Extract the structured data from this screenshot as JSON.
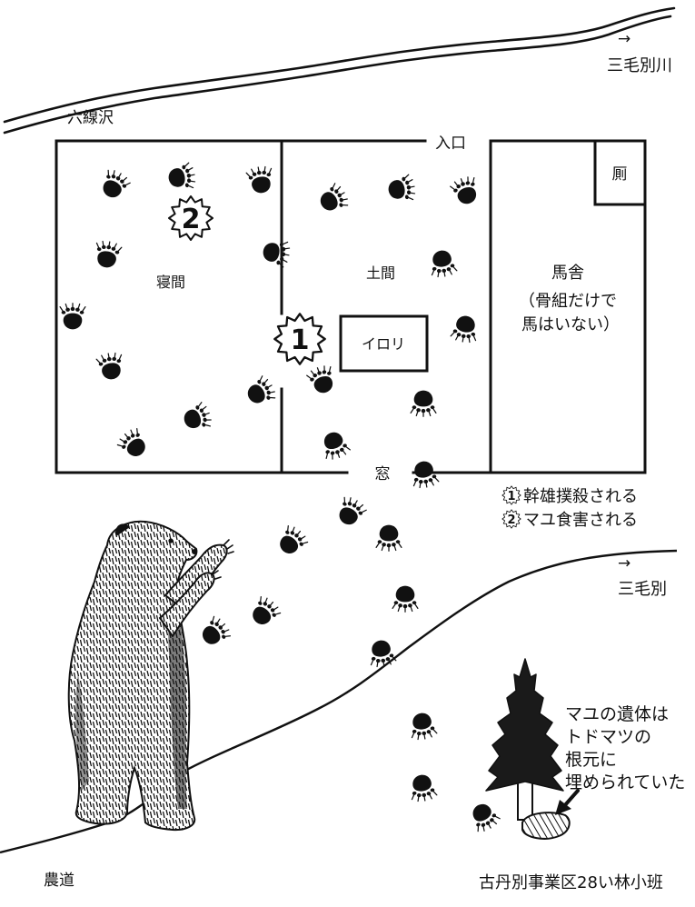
{
  "labels": {
    "river_arrow": "→",
    "river_name": "三毛別川",
    "area_left": "六線沢",
    "entrance": "入口",
    "toilet": "厠",
    "bedroom": "寝間",
    "dirt_floor": "土間",
    "stable": "馬舎",
    "stable_note_1": "（骨組だけで",
    "stable_note_2": "馬はいない）",
    "hearth": "イロリ",
    "window": "窓",
    "road_arrow": "→",
    "road_dest": "三毛別",
    "farm_road": "農道",
    "forest_section": "古丹別事業区28い林小班"
  },
  "markers": [
    {
      "label": "1"
    },
    {
      "label": "2"
    }
  ],
  "legend": [
    {
      "num": "1",
      "text": "幹雄撲殺される"
    },
    {
      "num": "2",
      "text": "マユ食害される"
    }
  ],
  "annotation": [
    "マユの遺体は",
    "トドマツの",
    "根元に",
    "埋められていた"
  ],
  "icons": {
    "footprint": "bear-footprint-icon",
    "marker": "starburst-icon",
    "tree": "spruce-tree-icon",
    "bear": "standing-bear-illustration"
  },
  "colors": {
    "ink": "#111111",
    "paper": "#ffffff"
  }
}
